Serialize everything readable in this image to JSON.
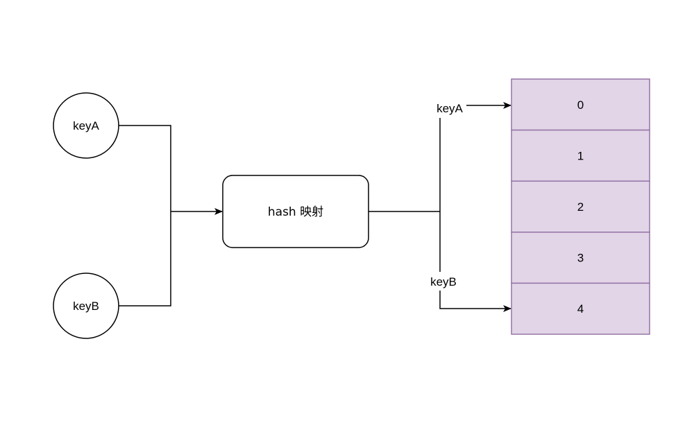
{
  "diagram": {
    "type": "flowchart",
    "inputs": [
      {
        "id": "keyA",
        "label": "keyA"
      },
      {
        "id": "keyB",
        "label": "keyB"
      }
    ],
    "process": {
      "label": "hash 映射"
    },
    "edge_labels": {
      "keyA": "keyA",
      "keyB": "keyB"
    },
    "array": {
      "cells": [
        "0",
        "1",
        "2",
        "3",
        "4"
      ],
      "fill_color": "#e1d5e7",
      "border_color": "#9673a6"
    },
    "edges": [
      {
        "from": "keyA",
        "to": "hash"
      },
      {
        "from": "keyB",
        "to": "hash"
      },
      {
        "from": "hash",
        "to": "cell-0",
        "label": "keyA"
      },
      {
        "from": "hash",
        "to": "cell-4",
        "label": "keyB"
      }
    ]
  }
}
